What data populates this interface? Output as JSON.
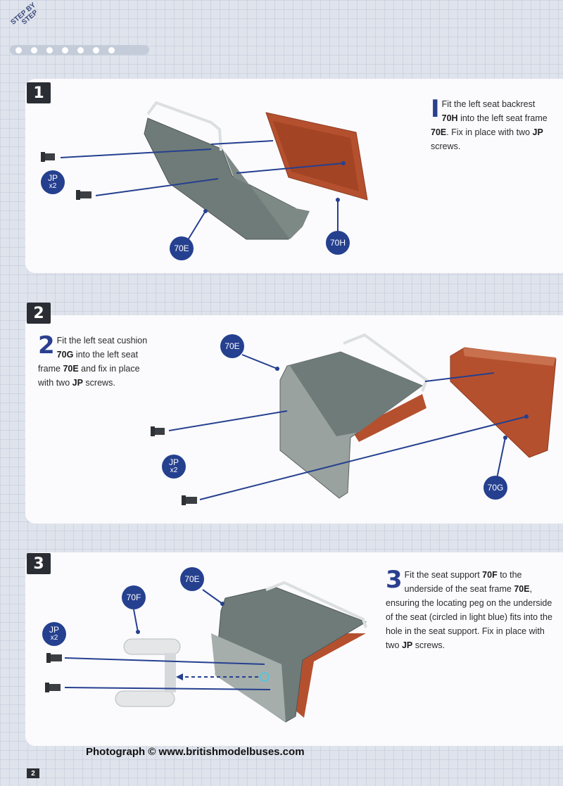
{
  "header": {
    "tag_line1": "STEP BY",
    "tag_line2": "STEP"
  },
  "steps": [
    {
      "number": "1",
      "big": "I",
      "text_html_parts": [
        "Fit the left seat backrest",
        "70H",
        "into the left seat frame",
        "70E",
        ". Fix in place with two",
        "JP",
        "screws."
      ],
      "labels": {
        "jp": "JP",
        "jp_qty": "x2",
        "part_a": "70E",
        "part_b": "70H"
      }
    },
    {
      "number": "2",
      "big": "2",
      "text_html_parts": [
        "Fit the left seat cushion",
        "70G",
        "into the left seat frame",
        "70E",
        "and fix in place with two",
        "JP",
        "screws."
      ],
      "labels": {
        "jp": "JP",
        "jp_qty": "x2",
        "part_a": "70E",
        "part_b": "70G"
      }
    },
    {
      "number": "3",
      "big": "3",
      "text_html_parts": [
        "Fit the seat support",
        "70F",
        "to the underside of the seat frame",
        "70E",
        ", ensuring the locating peg on the underside of the seat (circled in light blue) fits into the hole in the seat support. Fix in place with two",
        "JP",
        "screws."
      ],
      "labels": {
        "jp": "JP",
        "jp_qty": "x2",
        "part_a": "70E",
        "part_b": "70F"
      }
    }
  ],
  "footer": {
    "watermark": "Photograph © www.britishmodelbuses.com",
    "page_number": "2"
  },
  "colors": {
    "accent": "#25408f",
    "part_red": "#b5502e",
    "part_grey": "#6f7b78"
  }
}
